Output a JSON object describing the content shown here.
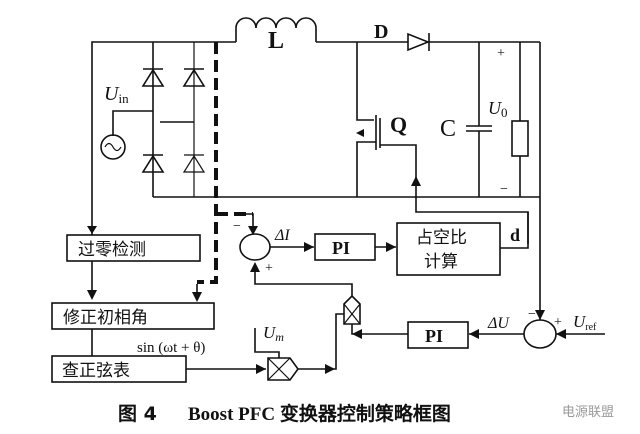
{
  "diagram": {
    "components": {
      "inductor": "L",
      "diode": "D",
      "switch": "Q",
      "capacitor": "C",
      "output_voltage": "U0",
      "input_voltage": "Uin",
      "plus": "+",
      "minus": "−"
    },
    "blocks": {
      "zero_cross": "过零检测",
      "phase_correct": "修正初相角",
      "sine_table": "查正弦表",
      "pi_current": "PI",
      "pi_voltage": "PI",
      "duty_line1": "占空比",
      "duty_line2": "计算"
    },
    "signals": {
      "delta_i": "ΔI",
      "delta_u": "ΔU",
      "duty": "d",
      "u_ref": "U",
      "u_ref_sub": "ref",
      "u_m": "U",
      "u_m_sub": "m",
      "sine_expr": "sin (ωt + θ)",
      "sum_minus": "−",
      "sum_plus": "+"
    },
    "caption": {
      "figure": "图 4",
      "title": "Boost PFC 变换器控制策略框图"
    },
    "watermark": "电源联盟"
  }
}
